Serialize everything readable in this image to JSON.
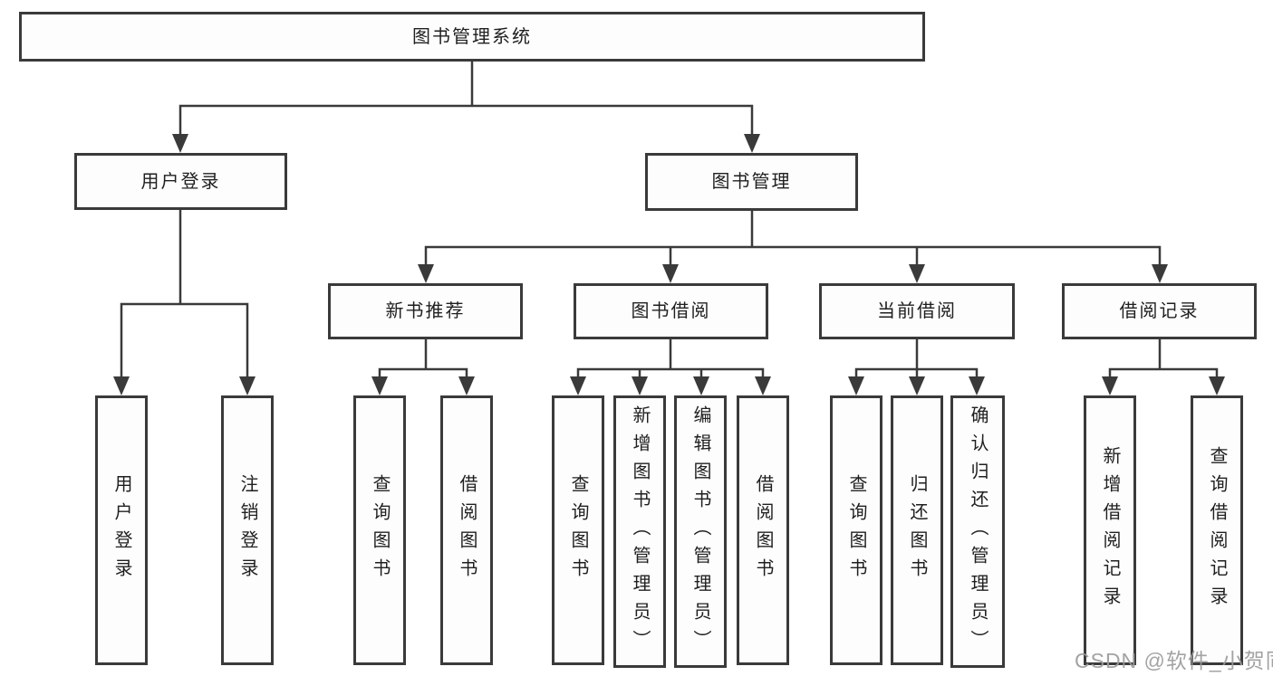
{
  "diagram": {
    "root": {
      "label": "图书管理系统",
      "children": [
        {
          "label": "用户登录",
          "children": [
            {
              "label": "用户登录"
            },
            {
              "label": "注销登录"
            }
          ]
        },
        {
          "label": "图书管理",
          "children": [
            {
              "label": "新书推荐",
              "children": [
                {
                  "label": "查询图书"
                },
                {
                  "label": "借阅图书"
                }
              ]
            },
            {
              "label": "图书借阅",
              "children": [
                {
                  "label": "查询图书"
                },
                {
                  "label": "新增图书（管理员）"
                },
                {
                  "label": "编辑图书（管理员）"
                },
                {
                  "label": "借阅图书"
                }
              ]
            },
            {
              "label": "当前借阅",
              "children": [
                {
                  "label": "查询图书"
                },
                {
                  "label": "归还图书"
                },
                {
                  "label": "确认归还（管理员）"
                }
              ]
            },
            {
              "label": "借阅记录",
              "children": [
                {
                  "label": "新增借阅记录"
                },
                {
                  "label": "查询借阅记录"
                }
              ]
            }
          ]
        }
      ]
    }
  },
  "watermark": {
    "text": "CSDN @软件_小贺同学"
  },
  "colors": {
    "line": "#3a3a3a",
    "box_border": "#3a3a3a",
    "box_fill": "#fdfdfd",
    "text": "#1f1f1f",
    "watermark": "#9b9b9b",
    "background": "#ffffff"
  }
}
